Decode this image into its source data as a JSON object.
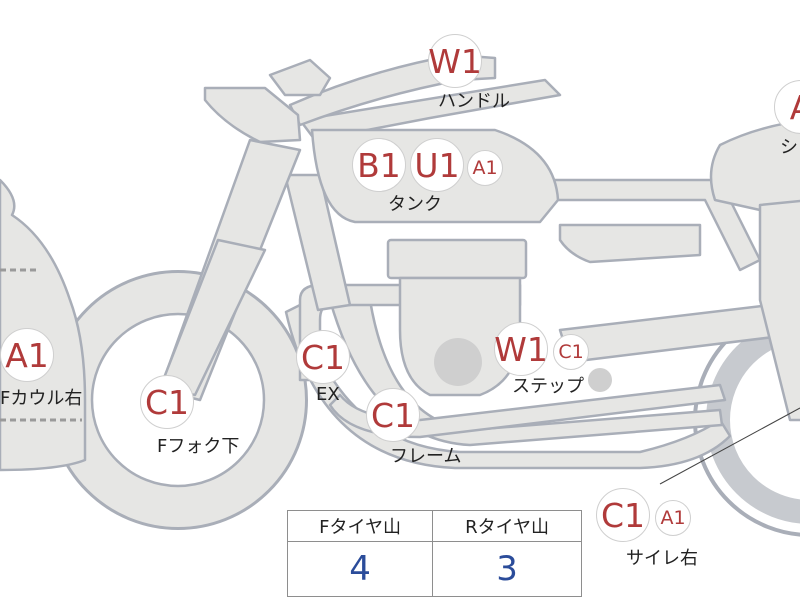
{
  "labels": {
    "handle": "ハンドル",
    "tank": "タンク",
    "seat": "シ",
    "f_cowl_right": "Fカウル右",
    "f_fork_lower": "Fフォク下",
    "ex": "EX",
    "step": "ステップ",
    "frame": "フレーム",
    "silencer_right": "サイレ右"
  },
  "badges": {
    "handle_w": "W1",
    "tank_b": "B1",
    "tank_u": "U1",
    "tank_a": "A1",
    "seat_a": "A",
    "cowl_a": "A1",
    "fork_c": "C1",
    "ex_c": "C1",
    "frame_c": "C1",
    "step_w": "W1",
    "step_c": "C1",
    "silencer_c": "C1",
    "silencer_a": "A1"
  },
  "tires": {
    "front_label": "Fタイヤ山",
    "rear_label": "Rタイヤ山",
    "front_value": "4",
    "rear_value": "3"
  },
  "colors": {
    "part_fill": "#e6e6e4",
    "part_stroke": "#a9aeb8",
    "badge_text": "#b03a3a",
    "table_value": "#2b4c9a"
  }
}
